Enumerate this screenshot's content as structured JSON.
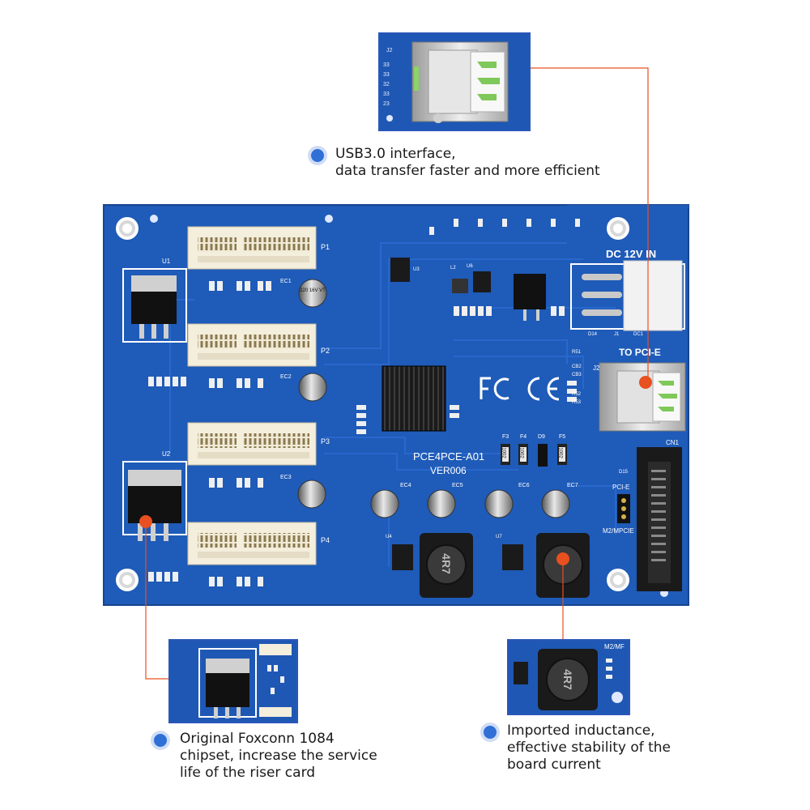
{
  "callouts": {
    "usb": {
      "line1": "USB3.0 interface,",
      "line2": "data transfer faster and more efficient"
    },
    "chipset": {
      "line1": "Original Foxconn 1084",
      "line2": "chipset, increase the service",
      "line3": "life of the riser card"
    },
    "inductance": {
      "line1": "Imported inductance,",
      "line2": "effective stability of the",
      "line3": "board current"
    }
  },
  "board": {
    "model": "PCE4PCE-A01",
    "version": "VER006",
    "power_label": "DC 12V IN",
    "pcie_label": "TO PCI-E",
    "switch_top": "PCI-E",
    "switch_bottom": "M2/MPCIE",
    "connector_label": "CN1",
    "slot_labels": [
      "P1",
      "P2",
      "P3",
      "P4"
    ],
    "regulator_labels": [
      "U1",
      "U2"
    ],
    "capacitor_label": "220 16V VT",
    "inductor_label": "4R7",
    "cap_labels": [
      "EC1",
      "EC2",
      "EC3",
      "EC4",
      "EC5",
      "EC6",
      "EC7"
    ],
    "fuse_labels": [
      "F3",
      "F4",
      "D9",
      "F5"
    ],
    "fuse_values": [
      "1002",
      "1002",
      "1002"
    ],
    "usb_label": "J2",
    "misc_labels": [
      "J1",
      "DC1",
      "D14",
      "D15",
      "R51",
      "R52",
      "R53",
      "CB2",
      "CB3",
      "U3",
      "U4",
      "U6",
      "U7",
      "L2"
    ]
  },
  "insets": {
    "inductor_label": "M2/MF"
  },
  "colors": {
    "pcb": "#1f5bb8",
    "pcb_dark": "#1a4ea3",
    "accent": "#e8501f",
    "bullet": "#2f6fd6",
    "callout_line": "#e8501f"
  }
}
